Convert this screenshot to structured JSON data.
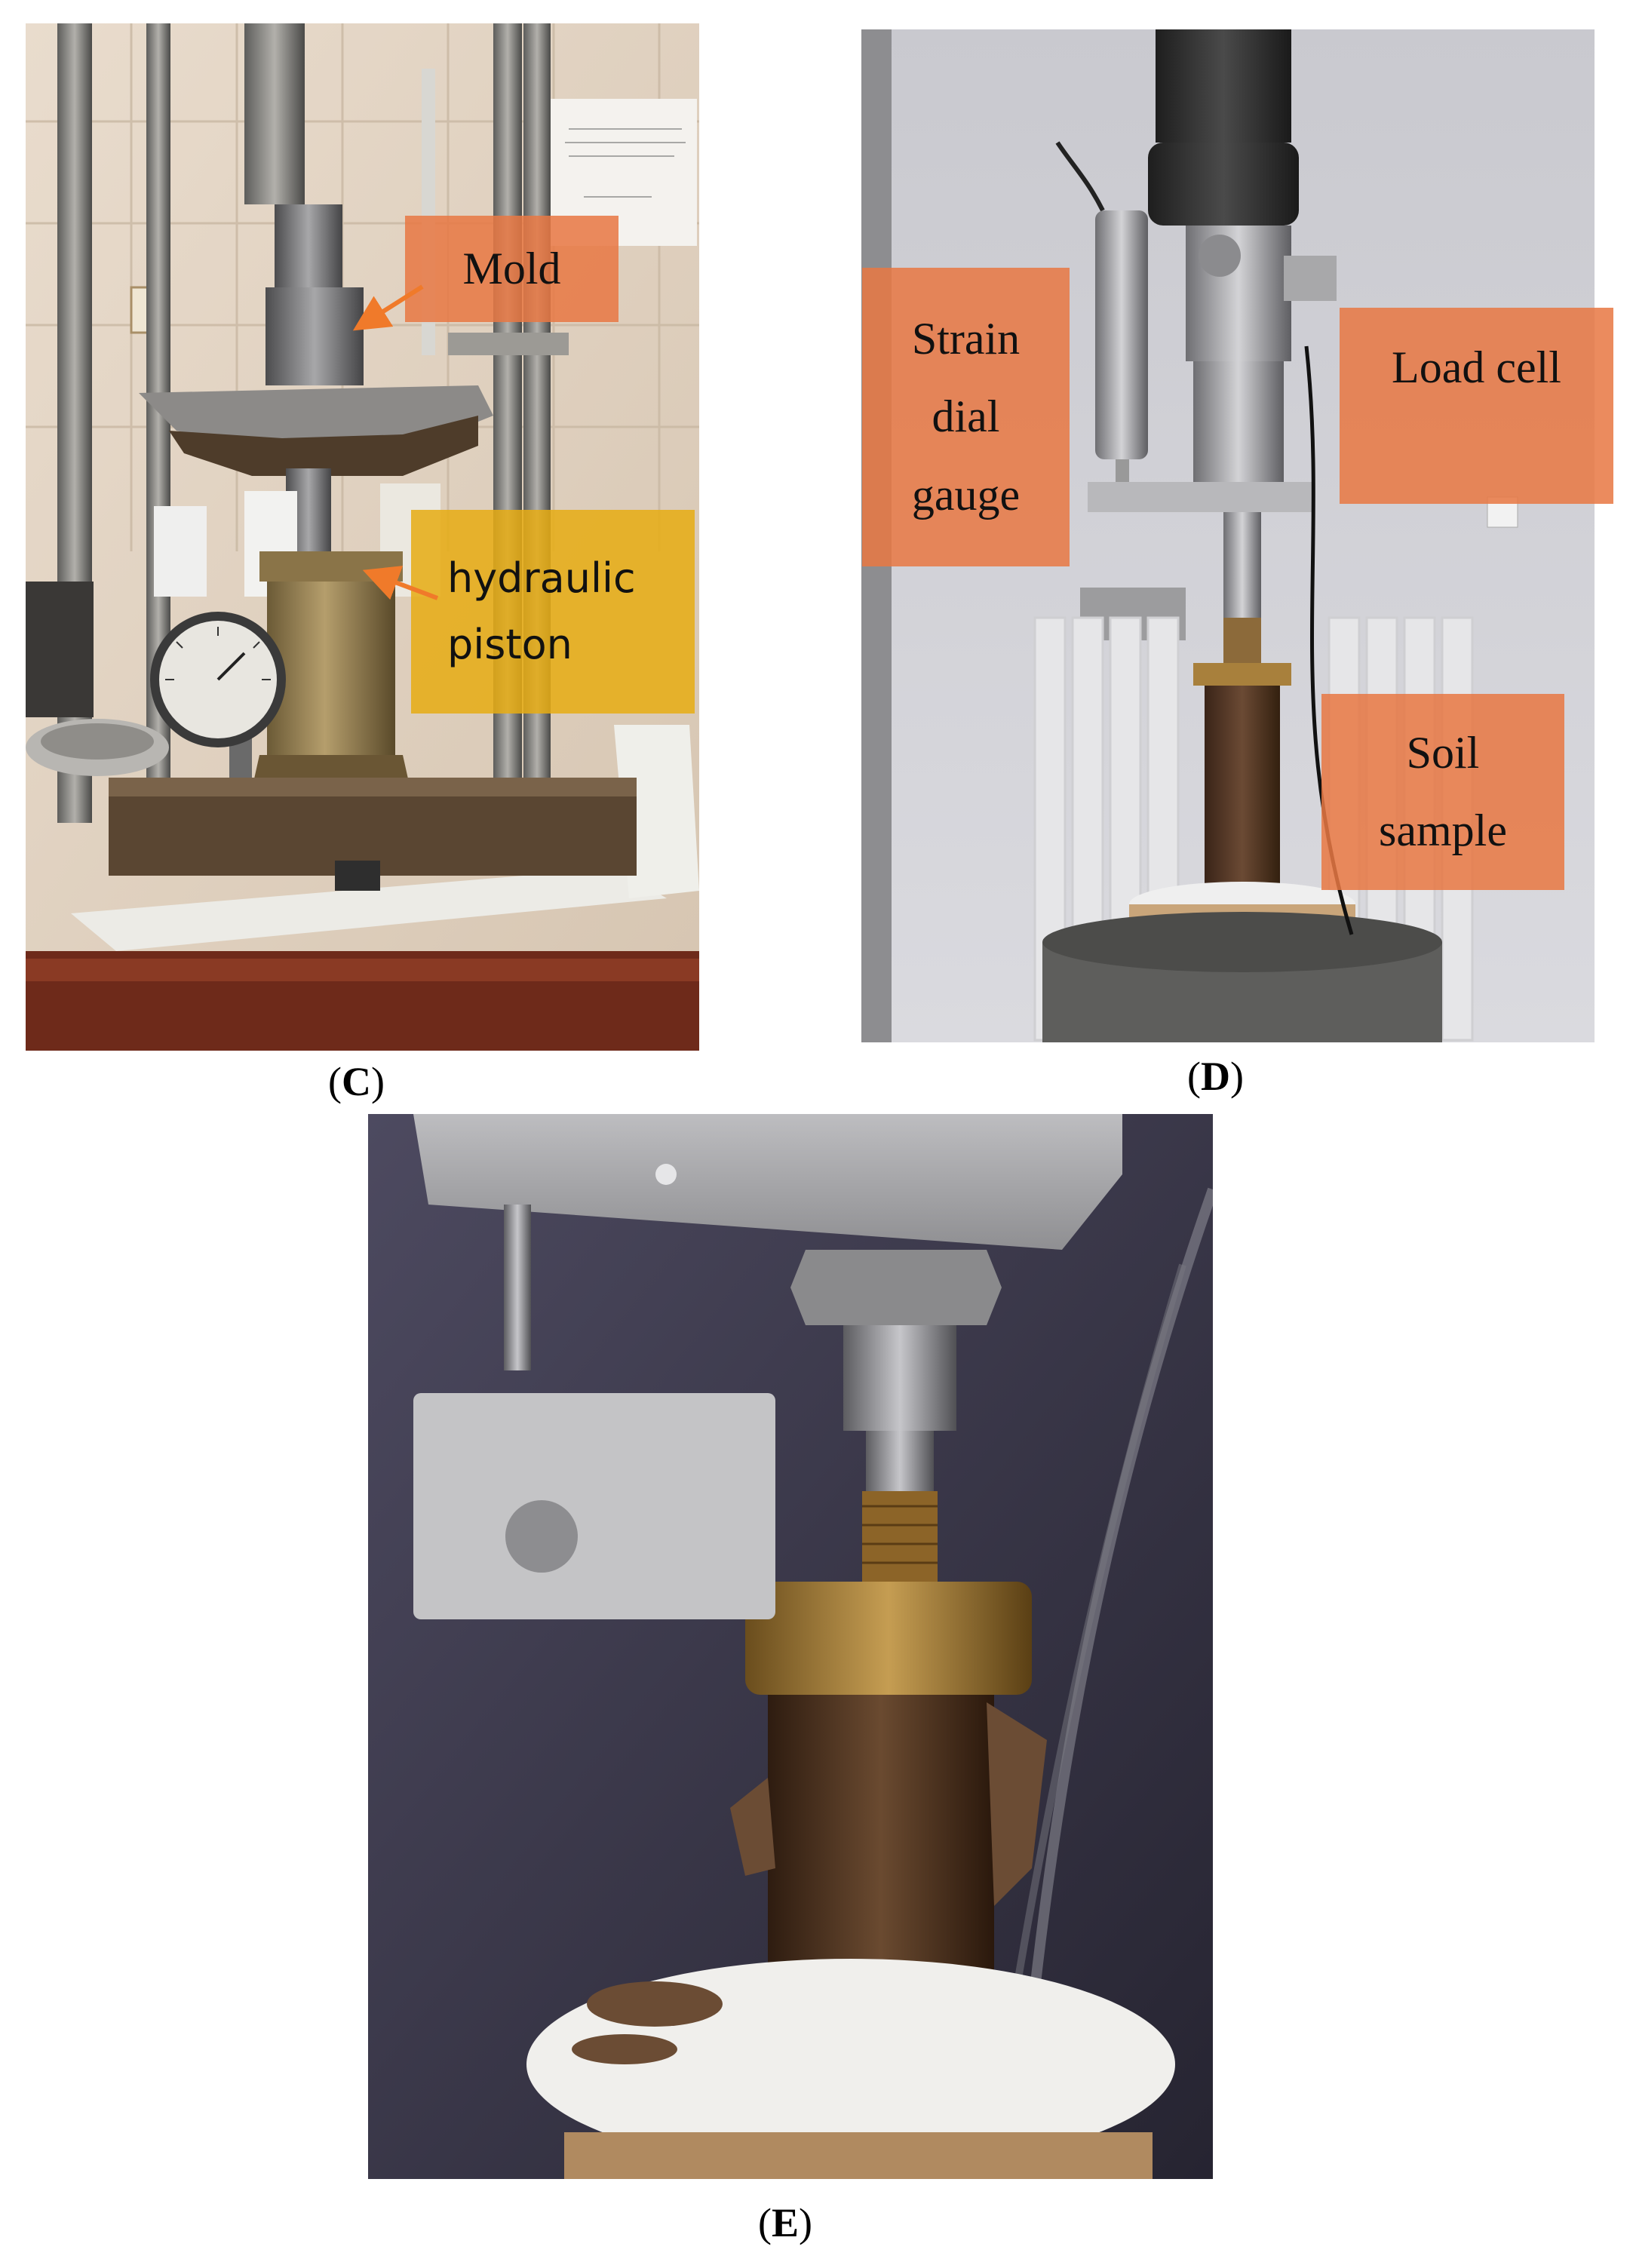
{
  "panels": {
    "c": {
      "caption_letter": "C",
      "labels": {
        "mold": "Mold",
        "hydraulic_line1": "hydraulic",
        "hydraulic_line2": "piston"
      },
      "colors": {
        "orange_box": "#e87844",
        "yellow_box": "#e6ac14",
        "arrow": "#f07a2a"
      }
    },
    "d": {
      "caption_letter": "D",
      "labels": {
        "strain_line1": "Strain",
        "strain_line2": "dial",
        "strain_line3": "gauge",
        "load_cell": "Load cell",
        "soil_line1": "Soil",
        "soil_line2": "sample"
      }
    },
    "e": {
      "caption_letter": "E"
    }
  },
  "caption": {
    "open": "(",
    "close": ")"
  }
}
